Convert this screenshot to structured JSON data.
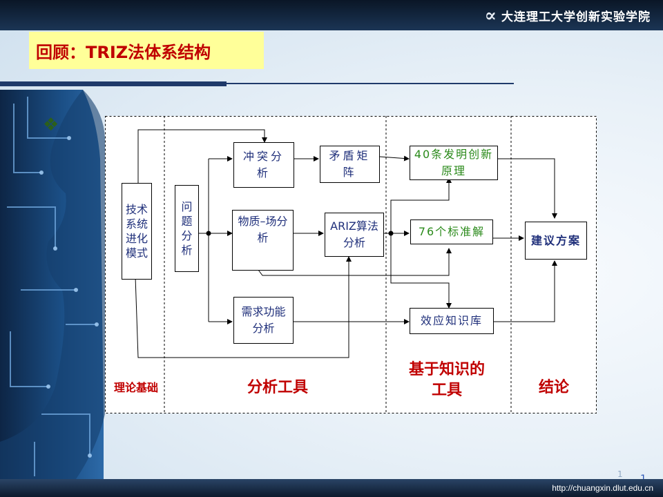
{
  "header": {
    "school_name": "大连理工大学创新实验学院",
    "logo_glyph": "∝"
  },
  "title": "回顾：TRIZ法体系结构",
  "bullet_glyph": "❖",
  "diagram": {
    "sections": {
      "theory_base": "理论基础",
      "analysis_tools": "分析工具",
      "knowledge_tools": "基于知识的工具",
      "conclusion": "结论"
    },
    "boxes": {
      "tech_evolution": "技术系统进化模式",
      "problem_analysis": "问题分析",
      "conflict_analysis": "冲突分析",
      "contradiction_matrix": "矛盾矩阵",
      "substance_field": "物质–场分析",
      "ariz": "ARIZ算法分析",
      "needs_function": "需求功能分析",
      "principles_40": "40条发明创新原理",
      "standard_76": "76个标准解",
      "effects_db": "效应知识库",
      "proposal": "建议方案"
    }
  },
  "footer": {
    "url": "http://chuangxin.dlut.edu.cn",
    "page_a": "1",
    "page_b": "1"
  },
  "colors": {
    "title_bg": "#ffff99",
    "title_text": "#c00000",
    "section_text": "#c00000",
    "box_text_blue": "#1f2f7a",
    "box_text_green": "#2a8a1a"
  }
}
